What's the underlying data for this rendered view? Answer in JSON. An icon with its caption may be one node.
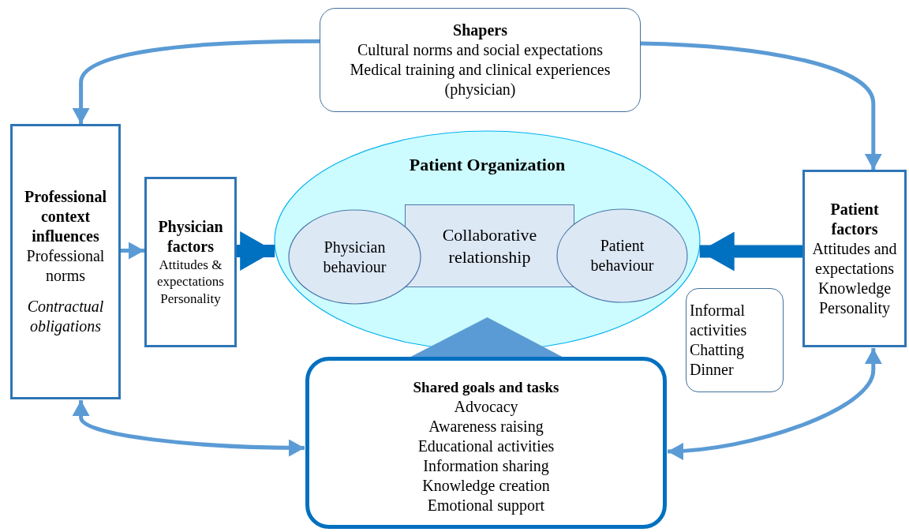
{
  "diagram": {
    "nodes": [
      {
        "text": [
          "Shapers",
          "Cultural norms and social expectations",
          "Medical training and clinical experiences (physician)"
        ]
      },
      {
        "text": [
          "Professional context influences",
          "Professional norms",
          "Contractual obligations"
        ]
      },
      {
        "text": [
          "Physician factors",
          "Attitudes & expectations",
          "Personality"
        ]
      },
      {
        "text": [
          "Patient Organization"
        ]
      },
      {
        "text": [
          "Collaborative relationship"
        ],
        "in": 3
      },
      {
        "text": [
          "Physician behaviour"
        ],
        "in": 3
      },
      {
        "text": [
          "Patient behaviour"
        ],
        "in": 3
      },
      {
        "text": [
          "Patient factors",
          "Attitudes and expectations",
          "Knowledge",
          "Personality"
        ]
      },
      {
        "text": [
          "Informal activities",
          "Chatting",
          "Dinner"
        ]
      },
      {
        "text": [
          "Shared goals and tasks",
          "Advocacy",
          "Awareness raising",
          "Educational activities",
          "Information sharing",
          "Knowledge creation",
          "Emotional support"
        ]
      }
    ],
    "edges": [
      {
        "from": 0,
        "to": 1,
        "arrow": "to"
      },
      {
        "from": 0,
        "to": 7,
        "arrow": "to"
      },
      {
        "from": 1,
        "to": 2,
        "arrow": "to"
      },
      {
        "from": 2,
        "to": 3,
        "arrow": "to",
        "style": "thick",
        "color": "#0070c0"
      },
      {
        "from": 7,
        "to": 3,
        "arrow": "to",
        "style": "thick",
        "color": "#0070c0"
      },
      {
        "from": 9,
        "to": 3,
        "arrow": "to",
        "style": "thick"
      },
      {
        "from": 1,
        "to": 9,
        "arrow": "both"
      },
      {
        "from": 7,
        "to": 9,
        "arrow": "both"
      }
    ]
  }
}
